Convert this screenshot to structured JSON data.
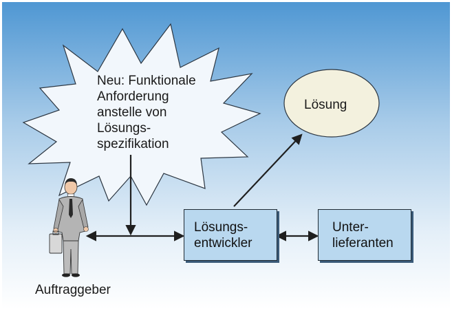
{
  "nodes": {
    "burst_line1": "Neu: Funktionale",
    "burst_line2": "Anforderung",
    "burst_line3": "anstelle von",
    "burst_line4": "Lösungs-",
    "burst_line5": "spezifikation",
    "solution": "Lösung",
    "developer_line1": "Lösungs-",
    "developer_line2": "entwickler",
    "subcontractor_line1": "Unter-",
    "subcontractor_line2": "lieferanten",
    "client": "Auftraggeber"
  },
  "colors": {
    "background_top": "#4f97d3",
    "background_bottom": "#ffffff",
    "box_fill": "#b9d8ef",
    "ellipse_fill": "#f3f1de",
    "burst_fill": "#f2f7fc",
    "line": "#1f1f1f"
  }
}
